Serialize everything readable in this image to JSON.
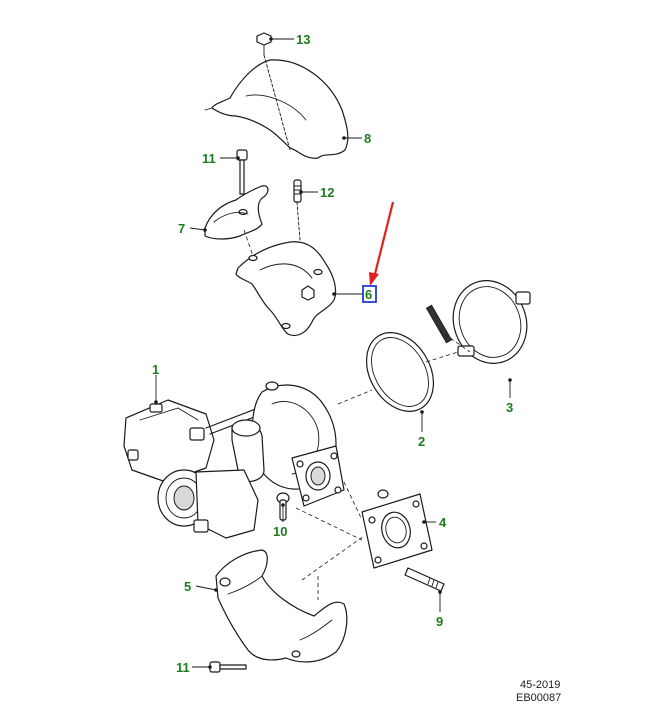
{
  "callouts": {
    "c1": "1",
    "c2": "2",
    "c3": "3",
    "c4": "4",
    "c5": "5",
    "c6": "6",
    "c7": "7",
    "c8": "8",
    "c9": "9",
    "c10": "10",
    "c11a": "11",
    "c11b": "11",
    "c12": "12",
    "c13": "13"
  },
  "footer": {
    "ref_code": "45-2019",
    "drawing_id": "EB00087"
  },
  "colors": {
    "callout_text": "#1e7d1e",
    "highlight_box": "#1f3fd6",
    "pointer_arrow": "#e0201b",
    "line_art": "#1a1a1a"
  },
  "highlighted_callout": "6"
}
